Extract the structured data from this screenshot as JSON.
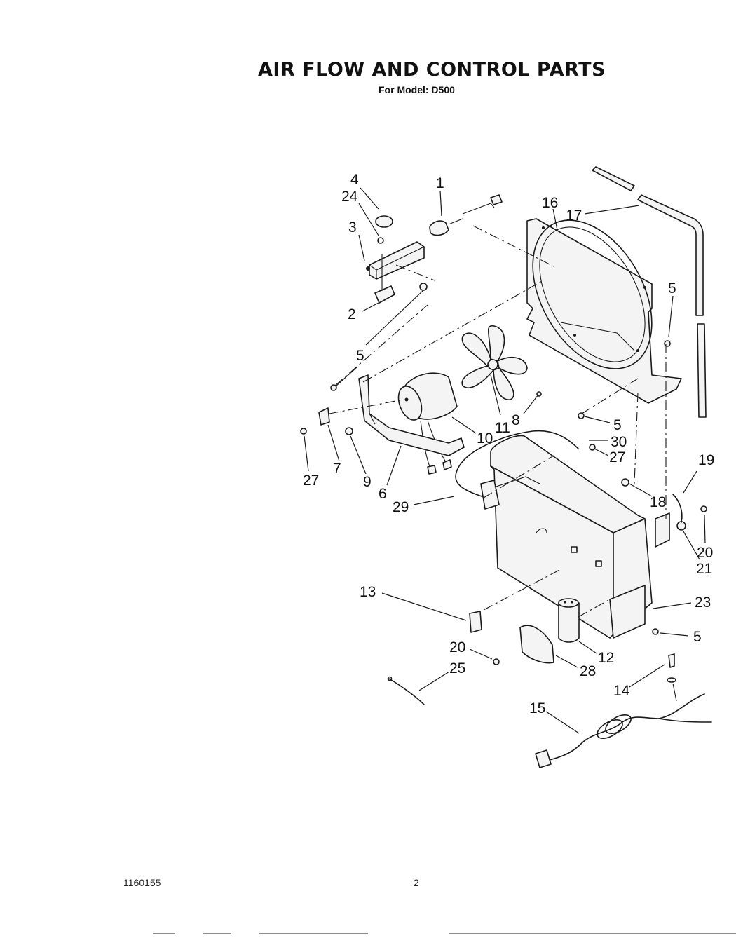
{
  "header": {
    "title": "AIR FLOW AND CONTROL PARTS",
    "subtitle": "For Model: D500"
  },
  "footer": {
    "doc_number": "1160155",
    "page_number": "2"
  },
  "callouts": [
    {
      "id": "c-4",
      "label": "4"
    },
    {
      "id": "c-24",
      "label": "24"
    },
    {
      "id": "c-1",
      "label": "1"
    },
    {
      "id": "c-3",
      "label": "3"
    },
    {
      "id": "c-16",
      "label": "16"
    },
    {
      "id": "c-17",
      "label": "17"
    },
    {
      "id": "c-2",
      "label": "2"
    },
    {
      "id": "c-5a",
      "label": "5"
    },
    {
      "id": "c-5b",
      "label": "5"
    },
    {
      "id": "c-8",
      "label": "8"
    },
    {
      "id": "c-11",
      "label": "11"
    },
    {
      "id": "c-10",
      "label": "10"
    },
    {
      "id": "c-5c",
      "label": "5"
    },
    {
      "id": "c-30",
      "label": "30"
    },
    {
      "id": "c-27a",
      "label": "27"
    },
    {
      "id": "c-27b",
      "label": "27"
    },
    {
      "id": "c-7",
      "label": "7"
    },
    {
      "id": "c-9",
      "label": "9"
    },
    {
      "id": "c-6",
      "label": "6"
    },
    {
      "id": "c-29",
      "label": "29"
    },
    {
      "id": "c-19",
      "label": "19"
    },
    {
      "id": "c-18",
      "label": "18"
    },
    {
      "id": "c-20a",
      "label": "20"
    },
    {
      "id": "c-21",
      "label": "21"
    },
    {
      "id": "c-13",
      "label": "13"
    },
    {
      "id": "c-23",
      "label": "23"
    },
    {
      "id": "c-5d",
      "label": "5"
    },
    {
      "id": "c-20b",
      "label": "20"
    },
    {
      "id": "c-12",
      "label": "12"
    },
    {
      "id": "c-28",
      "label": "28"
    },
    {
      "id": "c-25",
      "label": "25"
    },
    {
      "id": "c-14",
      "label": "14"
    },
    {
      "id": "c-15",
      "label": "15"
    }
  ]
}
